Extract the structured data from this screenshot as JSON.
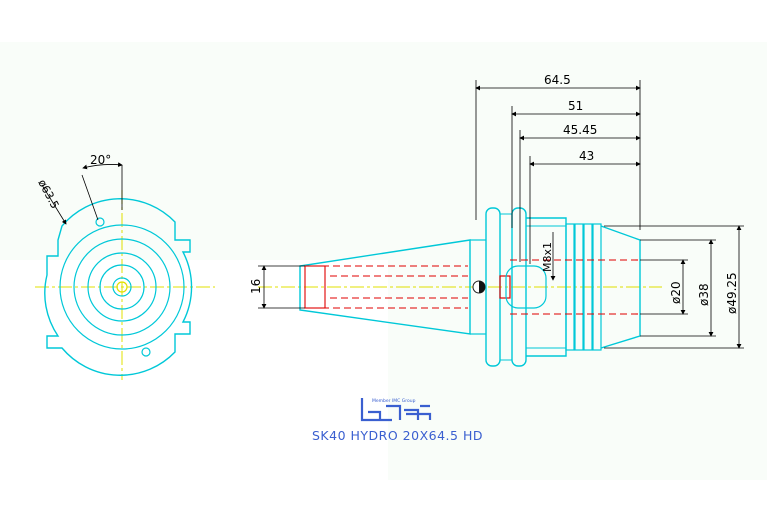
{
  "drawing": {
    "logo": {
      "small_text": "Member IMC Group",
      "mark": "iscar"
    },
    "title": "SK40 HYDRO 20X64.5 HD"
  },
  "front_view": {
    "angle_label": "20°",
    "diameter_label": "ø63.5"
  },
  "side_view": {
    "dim_overall_length": "64.5",
    "dim_51": "51",
    "dim_45_45": "45.45",
    "dim_43": "43",
    "dim_thread": "M8x1",
    "dim_bore": "16",
    "dim_dia_20": "ø20",
    "dim_dia_38": "ø38",
    "dim_dia_49_25": "ø49.25"
  },
  "colors": {
    "outline": "#00c8d8",
    "centerline": "#e0e000",
    "hidden": "#e00000",
    "dimension": "#000000",
    "title": "#3a5fd0"
  }
}
